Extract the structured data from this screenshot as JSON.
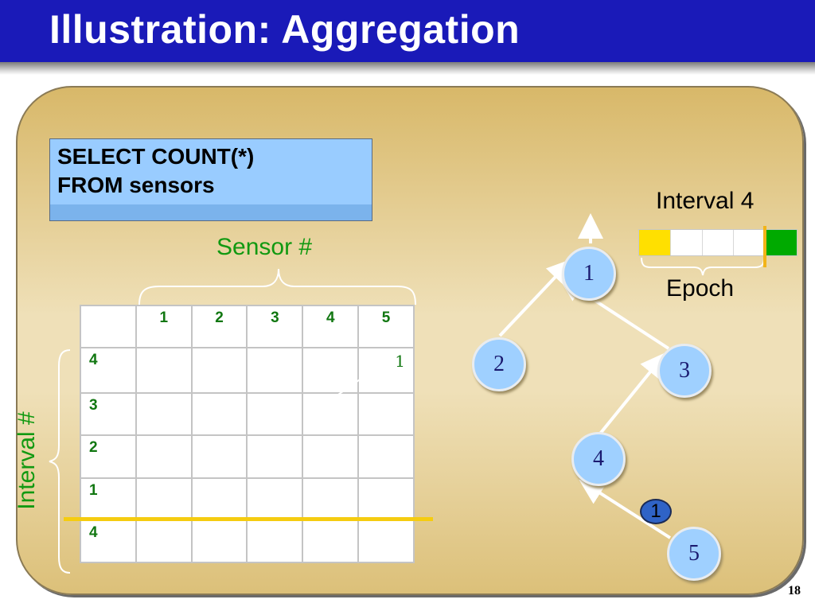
{
  "slide": {
    "title": "Illustration: Aggregation",
    "page_number": "18"
  },
  "query": {
    "line1": "SELECT COUNT(*)",
    "line2": "FROM sensors"
  },
  "table": {
    "column_axis_label": "Sensor #",
    "row_axis_label": "Interval #",
    "column_headers": [
      "1",
      "2",
      "3",
      "4",
      "5"
    ],
    "rows": [
      {
        "interval": "4",
        "cells": [
          "",
          "",
          "",
          "",
          "1"
        ]
      },
      {
        "interval": "3",
        "cells": [
          "",
          "",
          "",
          "",
          ""
        ]
      },
      {
        "interval": "2",
        "cells": [
          "",
          "",
          "",
          "",
          ""
        ]
      },
      {
        "interval": "1",
        "cells": [
          "",
          "",
          "",
          "",
          ""
        ]
      },
      {
        "interval": "4",
        "cells": [
          "",
          "",
          "",
          "",
          ""
        ]
      }
    ]
  },
  "network": {
    "nodes": [
      "1",
      "2",
      "3",
      "4",
      "5"
    ],
    "packet_value": "1"
  },
  "epoch": {
    "interval_label": "Interval 4",
    "epoch_label": "Epoch",
    "cell_colors": [
      "#ffe000",
      "#ffffff",
      "#ffffff",
      "#ffffff",
      "#00aa00"
    ]
  },
  "colors": {
    "title_bar": "#1a1ab8",
    "green_text": "#119911",
    "node_fill": "#9fd0ff",
    "highlight_line": "#f5cc10"
  }
}
